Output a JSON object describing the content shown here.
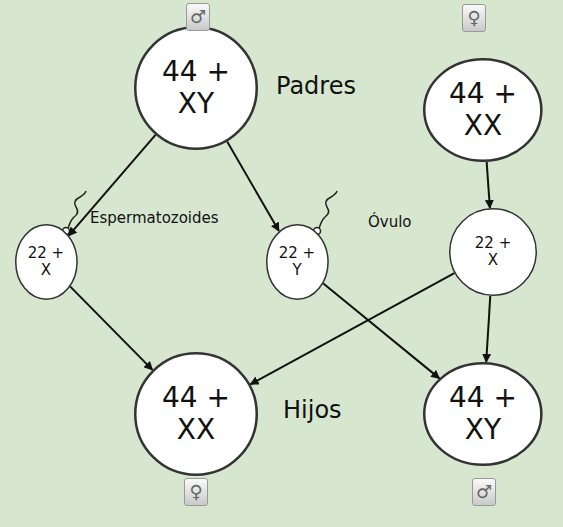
{
  "diagram": {
    "nodes": [
      {
        "text": [
          "44 + XY"
        ]
      },
      {
        "text": [
          "44 + XX"
        ]
      },
      {
        "text": [
          "22 + X"
        ]
      },
      {
        "text": [
          "22 + Y"
        ]
      },
      {
        "text": [
          "22 + X"
        ]
      },
      {
        "text": [
          "44 + XX"
        ]
      },
      {
        "text": [
          "44 + XY"
        ]
      }
    ],
    "edges": [
      {
        "from": 0,
        "to": 2,
        "arrow": "to"
      },
      {
        "from": 0,
        "to": 3,
        "arrow": "to"
      },
      {
        "from": 1,
        "to": 4,
        "arrow": "to"
      },
      {
        "from": 2,
        "to": 5,
        "arrow": "to"
      },
      {
        "from": 4,
        "to": 5,
        "arrow": "to"
      },
      {
        "from": 3,
        "to": 6,
        "arrow": "to"
      },
      {
        "from": 4,
        "to": 6,
        "arrow": "to"
      }
    ],
    "labels": [
      "♂",
      "♀",
      "Padres",
      "Espermatozoides",
      "Óvulo",
      "Hijos",
      "♀",
      "♂"
    ]
  }
}
